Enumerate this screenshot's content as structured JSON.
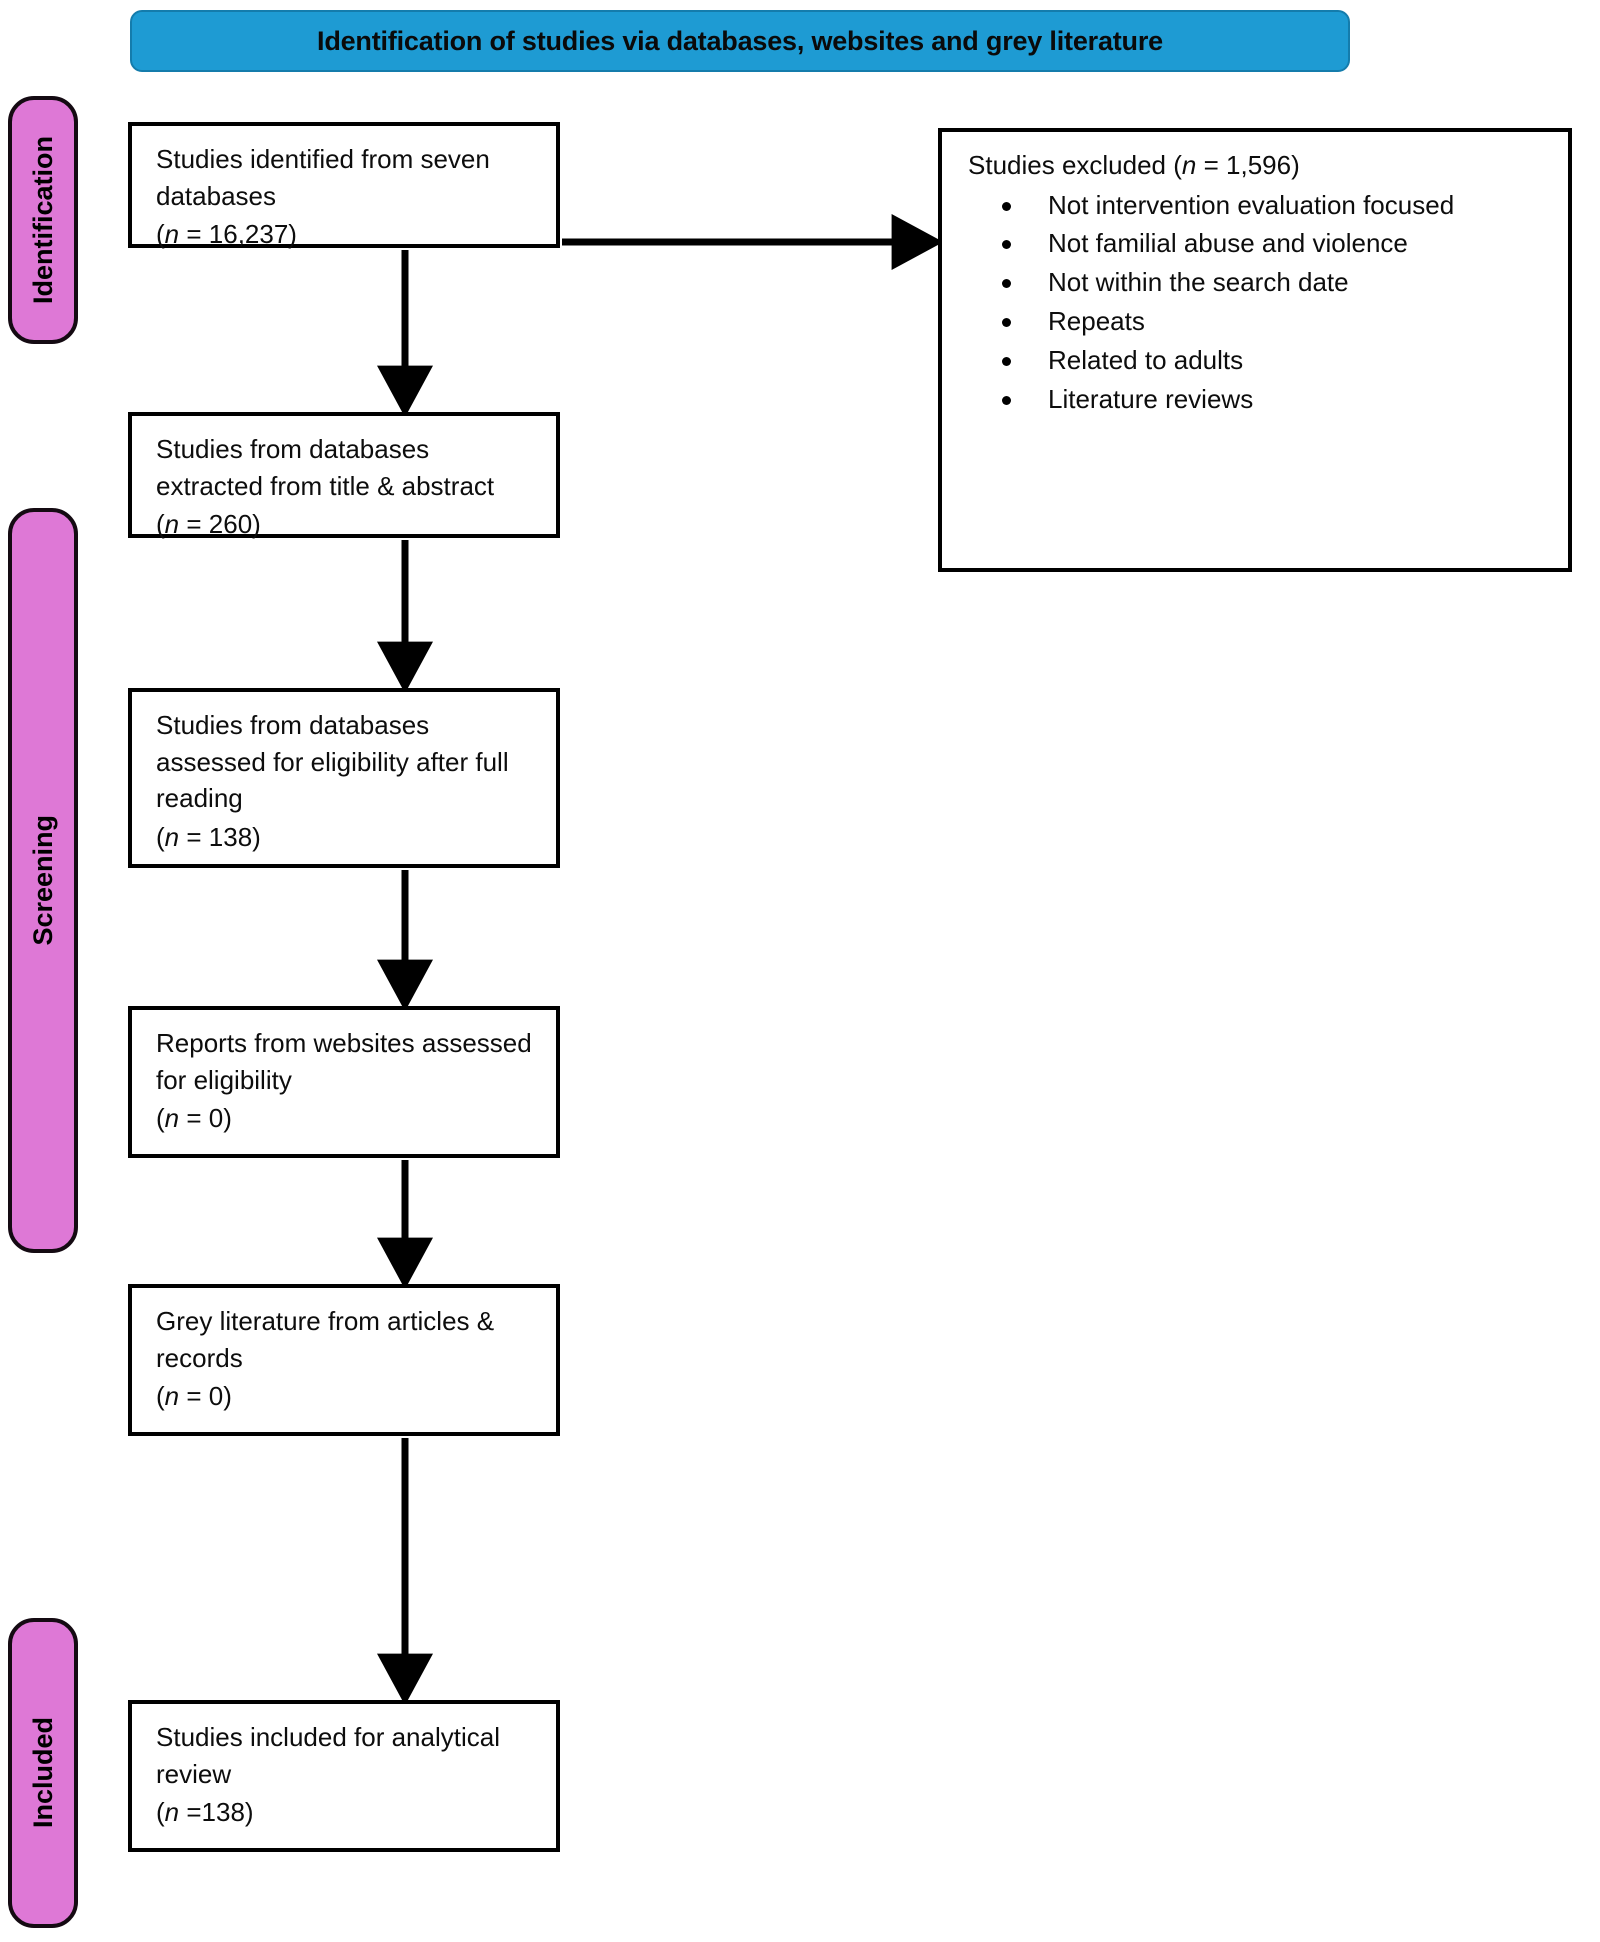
{
  "banner": {
    "title": "Identification of studies via databases, websites and grey literature",
    "bg_color": "#1E9BD3"
  },
  "phases": {
    "bg_color": "#DE78D6",
    "items": [
      {
        "id": "identification",
        "label": "Identification"
      },
      {
        "id": "screening",
        "label": "Screening"
      },
      {
        "id": "included",
        "label": "Included"
      }
    ]
  },
  "boxes": {
    "identified": {
      "line1": "Studies identified from seven",
      "line2": "databases",
      "count_open": "(",
      "count_n": "n",
      "count_value": " = 16,237)"
    },
    "title_abstract": {
      "line1": "Studies from databases",
      "line2": "extracted from title & abstract",
      "count_open": "(",
      "count_n": "n",
      "count_value": " = 260)"
    },
    "full_text": {
      "line1": " Studies from databases",
      "line2": "assessed for eligibility after full",
      "line3": "reading",
      "count_open": "(",
      "count_n": "n",
      "count_value": " = 138)"
    },
    "websites": {
      "line1": "Reports from websites assessed",
      "line2": "for eligibility",
      "count_open": "(",
      "count_n": "n",
      "count_value": " = 0)"
    },
    "grey": {
      "line1": "Grey literature from articles &",
      "line2": "records",
      "count_open": "(",
      "count_n": "n",
      "count_value": " = 0)"
    },
    "included": {
      "line1": "Studies included for analytical",
      "line2": "review",
      "count_open": "(",
      "count_n": "n",
      "count_value": " =138)"
    },
    "excluded": {
      "title_pre": "Studies excluded (",
      "title_n": "n",
      "title_post": " = 1,596)",
      "reasons": [
        "Not intervention evaluation focused",
        "Not familial abuse and violence",
        "Not within the search date",
        "Repeats",
        "Related to adults",
        "Literature reviews"
      ]
    }
  },
  "chart_data": {
    "type": "diagram",
    "title": "PRISMA flow diagram",
    "subtitle": "Identification of studies via databases, websites and grey literature",
    "phases": [
      "Identification",
      "Screening",
      "Included"
    ],
    "nodes": [
      {
        "id": "identified",
        "label": "Studies identified from seven databases",
        "n": 16237,
        "phase": "Identification"
      },
      {
        "id": "excluded",
        "label": "Studies excluded",
        "n": 1596,
        "phase": "Identification"
      },
      {
        "id": "title_abstract",
        "label": "Studies from databases extracted from title & abstract",
        "n": 260,
        "phase": "Screening"
      },
      {
        "id": "full_text",
        "label": "Studies from databases assessed for eligibility after full reading",
        "n": 138,
        "phase": "Screening"
      },
      {
        "id": "websites",
        "label": "Reports from websites assessed for eligibility",
        "n": 0,
        "phase": "Screening"
      },
      {
        "id": "grey",
        "label": "Grey literature from articles & records",
        "n": 0,
        "phase": "Screening"
      },
      {
        "id": "included",
        "label": "Studies included for analytical review",
        "n": 138,
        "phase": "Included"
      }
    ],
    "edges": [
      {
        "from": "identified",
        "to": "excluded",
        "direction": "right"
      },
      {
        "from": "identified",
        "to": "title_abstract",
        "direction": "down"
      },
      {
        "from": "title_abstract",
        "to": "full_text",
        "direction": "down"
      },
      {
        "from": "full_text",
        "to": "websites",
        "direction": "down"
      },
      {
        "from": "websites",
        "to": "grey",
        "direction": "down"
      },
      {
        "from": "grey",
        "to": "included",
        "direction": "down"
      }
    ],
    "exclusion_reasons": [
      "Not intervention evaluation focused",
      "Not familial abuse and violence",
      "Not within the search date",
      "Repeats",
      "Related to adults",
      "Literature reviews"
    ]
  }
}
